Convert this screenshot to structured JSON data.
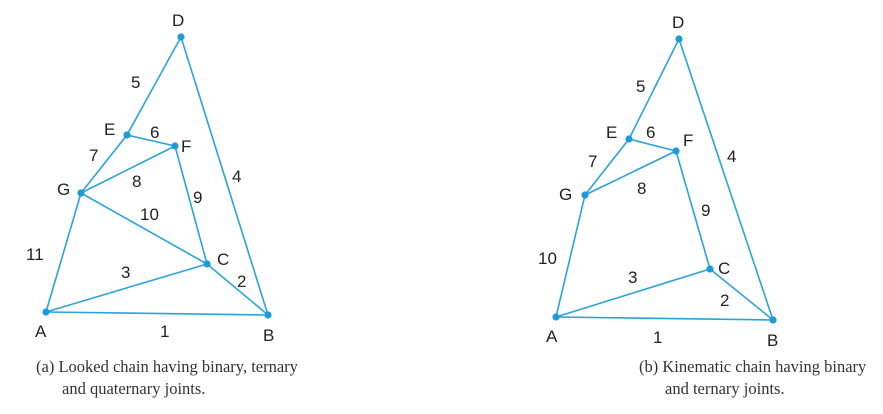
{
  "diagrams": [
    {
      "id": "a",
      "joints": [
        "A",
        "B",
        "C",
        "D",
        "E",
        "F",
        "G"
      ],
      "link_labels": [
        "1",
        "2",
        "3",
        "4",
        "5",
        "6",
        "7",
        "8",
        "9",
        "10",
        "11"
      ],
      "caption_tag": "(a)",
      "caption_line1": "Looked chain having binary, ternary",
      "caption_line2": "and quaternary joints."
    },
    {
      "id": "b",
      "joints": [
        "A",
        "B",
        "C",
        "D",
        "E",
        "F",
        "G"
      ],
      "link_labels": [
        "1",
        "2",
        "3",
        "4",
        "5",
        "6",
        "7",
        "8",
        "9",
        "10"
      ],
      "caption_tag": "(b)",
      "caption_line1": "Kinematic chain having binary",
      "caption_line2": "and ternary joints."
    }
  ],
  "colors": {
    "link": "#29a3db",
    "joint": "#1e9ad8",
    "text": "#222222"
  }
}
